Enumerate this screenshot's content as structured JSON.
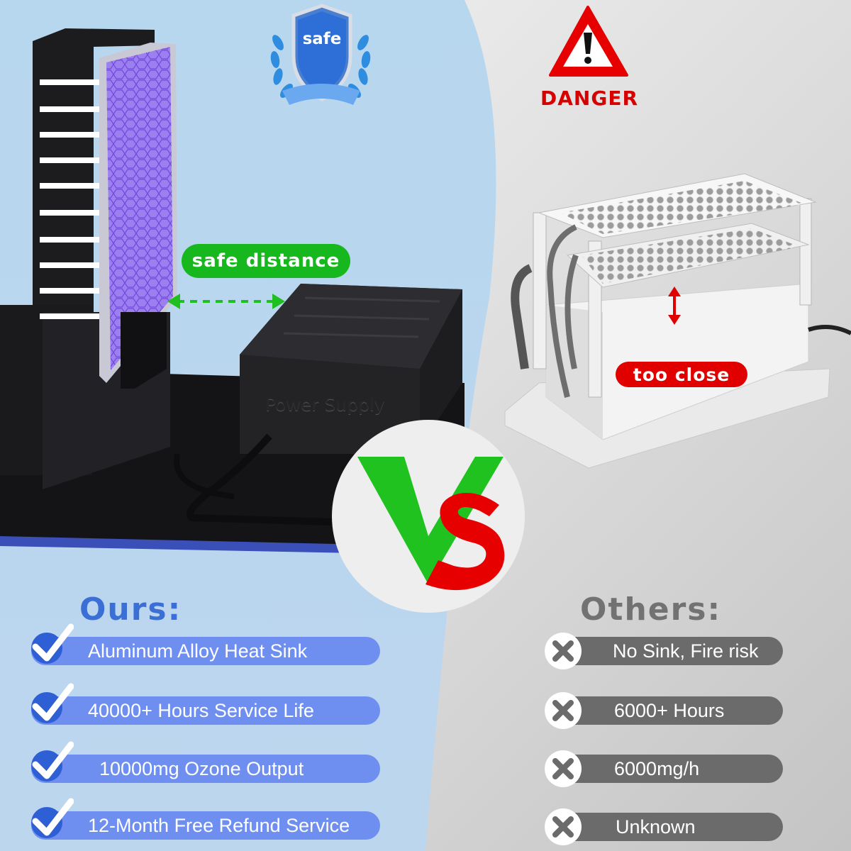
{
  "badge": {
    "label": "safe",
    "icon": "laurel-shield-icon"
  },
  "danger": {
    "label": "DANGER",
    "icon": "warning-triangle-icon",
    "color": "#d60000"
  },
  "callouts": {
    "safe_distance": "safe distance",
    "too_close": "too close",
    "power_supply": "Power Supply"
  },
  "vs": {
    "label": "VS",
    "v_color": "#1fc21f",
    "s_color": "#e60000"
  },
  "ours": {
    "heading": "Ours:",
    "color": "#3b6fd6",
    "icon": "check-icon",
    "items": [
      "Aluminum Alloy Heat Sink",
      "40000+ Hours Service Life",
      "10000mg Ozone Output",
      "12-Month Free Refund Service"
    ]
  },
  "others": {
    "heading": "Others:",
    "color": "#727272",
    "icon": "x-icon",
    "items": [
      "No Sink, Fire risk",
      "6000+ Hours",
      "6000mg/h",
      "Unknown"
    ]
  }
}
